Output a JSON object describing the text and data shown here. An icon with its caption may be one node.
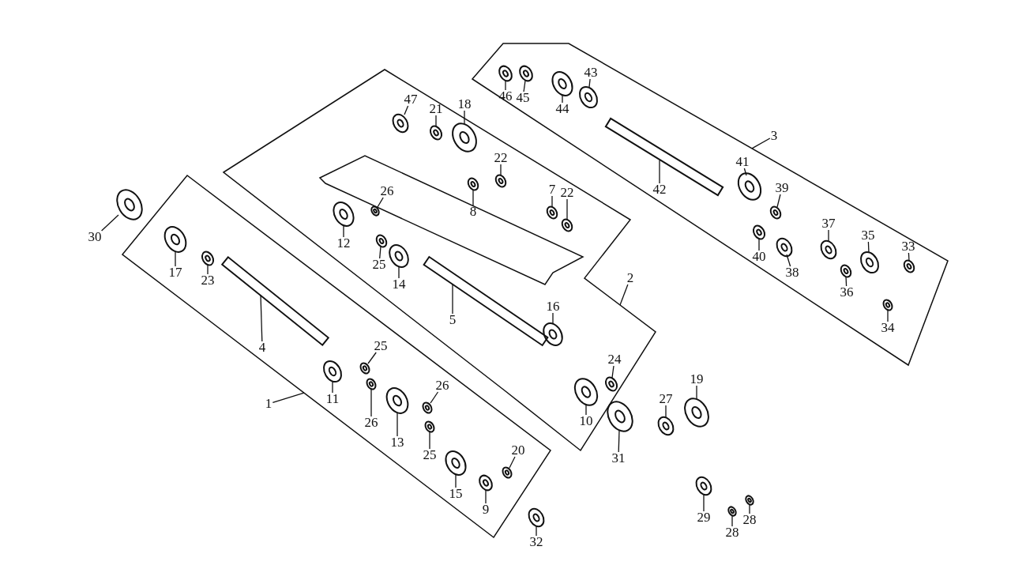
{
  "diagram": {
    "nodes": [
      {
        "text": [],
        "shape": "box"
      },
      {
        "text": [],
        "shape": "box"
      },
      {
        "text": [],
        "shape": "box"
      },
      {
        "text": [
          "43"
        ],
        "in": 0
      },
      {
        "text": [
          "47"
        ],
        "in": 1
      },
      {
        "text": [
          "46"
        ],
        "in": 0
      },
      {
        "text": [
          "45"
        ],
        "in": 0
      },
      {
        "text": [
          "21"
        ],
        "in": 1
      },
      {
        "text": [
          "18"
        ],
        "in": 1
      },
      {
        "text": [
          "44"
        ],
        "in": 0
      },
      {
        "text": [
          "3"
        ]
      },
      {
        "text": [
          "22"
        ],
        "in": 1
      },
      {
        "text": [
          "41"
        ],
        "in": 0
      },
      {
        "text": [
          "39"
        ],
        "in": 0
      },
      {
        "text": [
          "42"
        ],
        "in": 0
      },
      {
        "text": [
          "7"
        ],
        "in": 1
      },
      {
        "text": [
          "22"
        ],
        "in": 1
      },
      {
        "text": [
          "26"
        ],
        "in": 1
      },
      {
        "text": [
          "8"
        ],
        "in": 1
      },
      {
        "text": [
          "37"
        ],
        "in": 0
      },
      {
        "text": [
          "35"
        ],
        "in": 0
      },
      {
        "text": [
          "12"
        ],
        "in": 1
      },
      {
        "text": [
          "33"
        ],
        "in": 0
      },
      {
        "text": [
          "40"
        ],
        "in": 0
      },
      {
        "text": [
          "30"
        ]
      },
      {
        "text": [
          "25"
        ],
        "in": 1
      },
      {
        "text": [
          "17"
        ],
        "in": 2
      },
      {
        "text": [
          "38"
        ],
        "in": 0
      },
      {
        "text": [
          "2"
        ]
      },
      {
        "text": [
          "23"
        ],
        "in": 2
      },
      {
        "text": [
          "14"
        ],
        "in": 1
      },
      {
        "text": [
          "36"
        ],
        "in": 0
      },
      {
        "text": [
          "16"
        ],
        "in": 1
      },
      {
        "text": [
          "5"
        ],
        "in": 1
      },
      {
        "text": [
          "34"
        ],
        "in": 0
      },
      {
        "text": [
          "4"
        ],
        "in": 2
      },
      {
        "text": [
          "25"
        ],
        "in": 2
      },
      {
        "text": [
          "24"
        ],
        "in": 1
      },
      {
        "text": [
          "19"
        ]
      },
      {
        "text": [
          "26"
        ],
        "in": 2
      },
      {
        "text": [
          "27"
        ]
      },
      {
        "text": [
          "11"
        ],
        "in": 2
      },
      {
        "text": [
          "1"
        ]
      },
      {
        "text": [
          "10"
        ],
        "in": 1
      },
      {
        "text": [
          "26"
        ],
        "in": 2
      },
      {
        "text": [
          "13"
        ],
        "in": 2
      },
      {
        "text": [
          "20"
        ],
        "in": 2
      },
      {
        "text": [
          "25"
        ],
        "in": 2
      },
      {
        "text": [
          "31"
        ]
      },
      {
        "text": [
          "15"
        ],
        "in": 2
      },
      {
        "text": [
          "9"
        ],
        "in": 2
      },
      {
        "text": [
          "29"
        ]
      },
      {
        "text": [
          "28"
        ]
      },
      {
        "text": [
          "28"
        ]
      },
      {
        "text": [
          "32"
        ]
      },
      {
        "text": [],
        "shape": "picture",
        "in": 0
      },
      {
        "text": [],
        "shape": "picture",
        "in": 1
      },
      {
        "text": [],
        "shape": "picture",
        "in": 0
      },
      {
        "text": [],
        "shape": "picture",
        "in": 0
      },
      {
        "text": [],
        "shape": "picture",
        "in": 1
      },
      {
        "text": [],
        "shape": "picture",
        "in": 1
      },
      {
        "text": [],
        "shape": "picture",
        "in": 0
      },
      {
        "text": [],
        "shape": "picture",
        "in": 1
      },
      {
        "text": [],
        "shape": "picture",
        "in": 0
      },
      {
        "text": [],
        "shape": "picture",
        "in": 0
      },
      {
        "text": [],
        "shape": "picture",
        "in": 0
      },
      {
        "text": [],
        "shape": "picture",
        "in": 1
      },
      {
        "text": [],
        "shape": "picture",
        "in": 1
      },
      {
        "text": [],
        "shape": "picture",
        "in": 1
      },
      {
        "text": [],
        "shape": "picture",
        "in": 1
      },
      {
        "text": [],
        "shape": "picture",
        "in": 0
      },
      {
        "text": [],
        "shape": "picture",
        "in": 0
      },
      {
        "text": [],
        "shape": "picture",
        "in": 1
      },
      {
        "text": [],
        "shape": "picture",
        "in": 0
      },
      {
        "text": [],
        "shape": "picture",
        "in": 0
      },
      {
        "text": [],
        "shape": "picture"
      },
      {
        "text": [],
        "shape": "picture",
        "in": 1
      },
      {
        "text": [],
        "shape": "picture",
        "in": 2
      },
      {
        "text": [],
        "shape": "picture",
        "in": 0
      },
      {
        "text": [],
        "shape": "picture",
        "in": 2
      },
      {
        "text": [],
        "shape": "picture",
        "in": 1
      },
      {
        "text": [],
        "shape": "picture",
        "in": 0
      },
      {
        "text": [],
        "shape": "picture",
        "in": 1
      },
      {
        "text": [],
        "shape": "picture",
        "in": 1
      },
      {
        "text": [],
        "shape": "picture",
        "in": 0
      },
      {
        "text": [],
        "shape": "picture",
        "in": 2
      },
      {
        "text": [],
        "shape": "picture",
        "in": 2
      },
      {
        "text": [],
        "shape": "picture",
        "in": 1
      },
      {
        "text": [],
        "shape": "picture"
      },
      {
        "text": [],
        "shape": "picture",
        "in": 2
      },
      {
        "text": [],
        "shape": "picture"
      },
      {
        "text": [],
        "shape": "picture",
        "in": 2
      },
      {
        "text": [],
        "shape": "picture",
        "in": 1
      },
      {
        "text": [],
        "shape": "picture",
        "in": 2
      },
      {
        "text": [],
        "shape": "picture",
        "in": 2
      },
      {
        "text": [],
        "shape": "picture",
        "in": 2
      },
      {
        "text": [],
        "shape": "picture",
        "in": 2
      },
      {
        "text": [],
        "shape": "picture"
      },
      {
        "text": [],
        "shape": "picture",
        "in": 2
      },
      {
        "text": [],
        "shape": "picture",
        "in": 2
      },
      {
        "text": [],
        "shape": "picture"
      },
      {
        "text": [],
        "shape": "picture"
      },
      {
        "text": [],
        "shape": "picture"
      },
      {
        "text": [],
        "shape": "picture"
      }
    ],
    "edges": [
      {
        "from": 3,
        "to": 55,
        "arrow": "none"
      },
      {
        "from": 4,
        "to": 56,
        "arrow": "none"
      },
      {
        "from": 5,
        "to": 57,
        "arrow": "none"
      },
      {
        "from": 6,
        "to": 58,
        "arrow": "none"
      },
      {
        "from": 7,
        "to": 59,
        "arrow": "none"
      },
      {
        "from": 8,
        "to": 60,
        "arrow": "none"
      },
      {
        "from": 9,
        "to": 61,
        "arrow": "none"
      },
      {
        "from": 10,
        "to": 0,
        "arrow": "none"
      },
      {
        "from": 11,
        "to": 62,
        "arrow": "none"
      },
      {
        "from": 12,
        "to": 63,
        "arrow": "none"
      },
      {
        "from": 13,
        "to": 64,
        "arrow": "none"
      },
      {
        "from": 14,
        "to": 65,
        "arrow": "none"
      },
      {
        "from": 15,
        "to": 66,
        "arrow": "none"
      },
      {
        "from": 16,
        "to": 67,
        "arrow": "none"
      },
      {
        "from": 17,
        "to": 68,
        "arrow": "none"
      },
      {
        "from": 18,
        "to": 69,
        "arrow": "none"
      },
      {
        "from": 19,
        "to": 70,
        "arrow": "none"
      },
      {
        "from": 20,
        "to": 71,
        "arrow": "none"
      },
      {
        "from": 21,
        "to": 72,
        "arrow": "none"
      },
      {
        "from": 22,
        "to": 73,
        "arrow": "none"
      },
      {
        "from": 23,
        "to": 74,
        "arrow": "none"
      },
      {
        "from": 24,
        "to": 75,
        "arrow": "none"
      },
      {
        "from": 25,
        "to": 76,
        "arrow": "none"
      },
      {
        "from": 26,
        "to": 77,
        "arrow": "none"
      },
      {
        "from": 27,
        "to": 78,
        "arrow": "none"
      },
      {
        "from": 28,
        "to": 1,
        "arrow": "none"
      },
      {
        "from": 29,
        "to": 79,
        "arrow": "none"
      },
      {
        "from": 30,
        "to": 80,
        "arrow": "none"
      },
      {
        "from": 31,
        "to": 81,
        "arrow": "none"
      },
      {
        "from": 32,
        "to": 82,
        "arrow": "none"
      },
      {
        "from": 33,
        "to": 83,
        "arrow": "none"
      },
      {
        "from": 34,
        "to": 84,
        "arrow": "none"
      },
      {
        "from": 35,
        "to": 85,
        "arrow": "none"
      },
      {
        "from": 36,
        "to": 86,
        "arrow": "none"
      },
      {
        "from": 37,
        "to": 87,
        "arrow": "none"
      },
      {
        "from": 38,
        "to": 88,
        "arrow": "none"
      },
      {
        "from": 39,
        "to": 89,
        "arrow": "none"
      },
      {
        "from": 40,
        "to": 90,
        "arrow": "none"
      },
      {
        "from": 41,
        "to": 91,
        "arrow": "none"
      },
      {
        "from": 42,
        "to": 2,
        "arrow": "none"
      },
      {
        "from": 43,
        "to": 92,
        "arrow": "none"
      },
      {
        "from": 44,
        "to": 93,
        "arrow": "none"
      },
      {
        "from": 45,
        "to": 94,
        "arrow": "none"
      },
      {
        "from": 46,
        "to": 95,
        "arrow": "none"
      },
      {
        "from": 47,
        "to": 96,
        "arrow": "none"
      },
      {
        "from": 48,
        "to": 97,
        "arrow": "none"
      },
      {
        "from": 49,
        "to": 98,
        "arrow": "none"
      },
      {
        "from": 50,
        "to": 99,
        "arrow": "none"
      },
      {
        "from": 51,
        "to": 100,
        "arrow": "none"
      },
      {
        "from": 52,
        "to": 101,
        "arrow": "none"
      },
      {
        "from": 53,
        "to": 102,
        "arrow": "none"
      },
      {
        "from": 54,
        "to": 103,
        "arrow": "none"
      }
    ]
  }
}
